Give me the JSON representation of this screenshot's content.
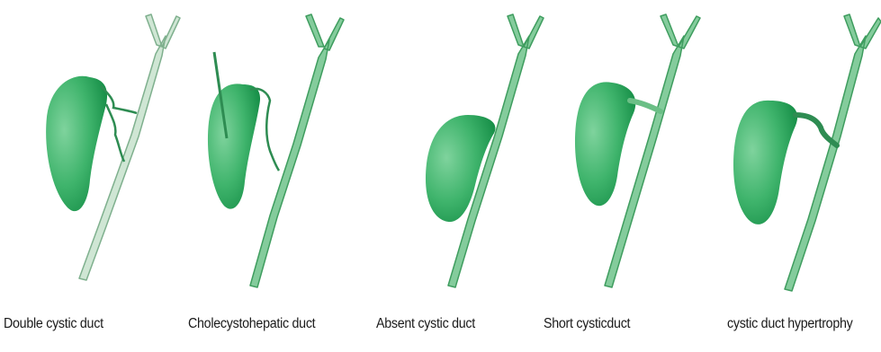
{
  "panels": [
    {
      "caption": "Double cystic duct"
    },
    {
      "caption": "Cholecystohepatic duct"
    },
    {
      "caption": "Absent cystic duct"
    },
    {
      "caption": "Short cysticduct"
    },
    {
      "caption": "cystic duct hypertrophy"
    }
  ],
  "colors": {
    "gallbladder_light": "#6ec98f",
    "gallbladder_dark": "#189a4e",
    "duct_fill": "#84cc9c",
    "duct_stroke": "#3f9d5f",
    "duct_pale_fill": "#cfe6d4",
    "duct_pale_stroke": "#7fb08e"
  }
}
